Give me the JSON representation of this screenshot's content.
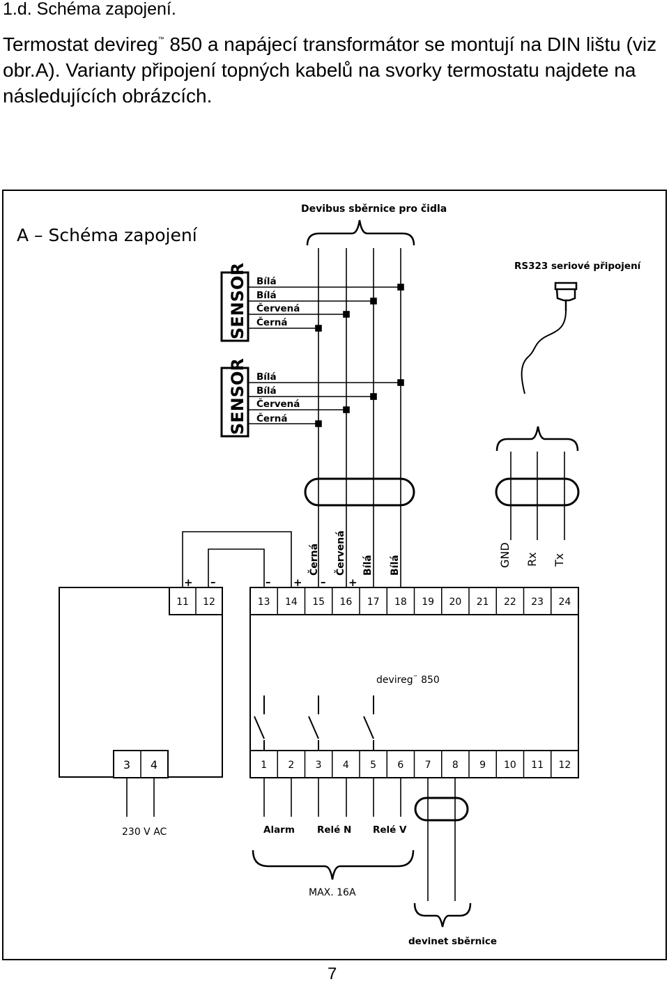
{
  "header": {
    "heading": "1.d. Schéma zapojení.",
    "intro_pre": "Termostat devireg",
    "tm": "™",
    "intro_post": " 850 a napájecí transformátor se montují na DIN lištu (viz obr.A). Varianty připojení topných kabelů na svorky termostatu najdete na následujících obrázcích."
  },
  "diagram": {
    "title": "A – Schéma zapojení",
    "devibus_label": "Devibus sběrnice pro čidla",
    "rs_label": "RS323 seriové připojení",
    "sensor_label": "SENSOR",
    "sensor_wires": [
      "Bílá",
      "Bílá",
      "Červená",
      "Černá"
    ],
    "terminal_wire_labels": [
      "Černá",
      "Červená",
      "Bílá",
      "Bílá"
    ],
    "serial_labels": [
      "GND",
      "Rx",
      "Tx"
    ],
    "polarity": {
      "t11": "+",
      "t12": "–",
      "t13": "–",
      "t14": "+",
      "t15": "–",
      "t16": "+"
    },
    "top_terminals_left": [
      "11",
      "12"
    ],
    "top_terminals_right": [
      "13",
      "14",
      "15",
      "16",
      "17",
      "18",
      "19",
      "20",
      "21",
      "22",
      "23",
      "24"
    ],
    "device_label": "devireg",
    "device_tm": "™",
    "device_model": " 850",
    "bottom_terminals_left": [
      "3",
      "4"
    ],
    "bottom_terminals_right": [
      "1",
      "2",
      "3",
      "4",
      "5",
      "6",
      "7",
      "8",
      "9",
      "10",
      "11",
      "12"
    ],
    "supply_label": "230 V AC",
    "alarm_label": "Alarm",
    "rele_n_label": "Relé N",
    "rele_v_label": "Relé V",
    "max_label": "MAX. 16A",
    "devinet_label": "devinet sběrnice"
  },
  "footer": {
    "page_number": "7"
  }
}
